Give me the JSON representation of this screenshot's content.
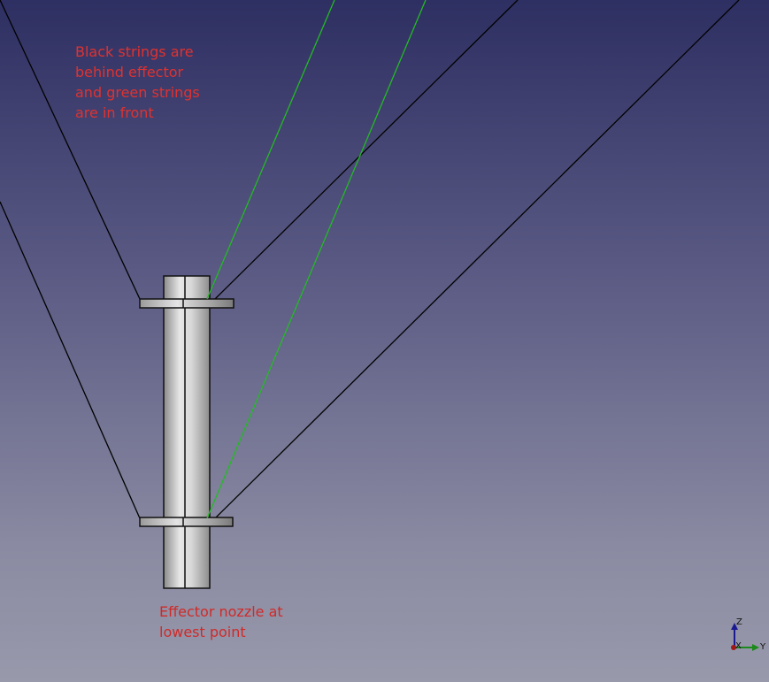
{
  "viewport": {
    "annotations": [
      {
        "text": "Black strings are\nbehind effector\nand green strings\nare in front"
      },
      {
        "text": "Effector nozzle at\nlowest point"
      }
    ],
    "colors": {
      "string_behind": "#000000",
      "string_front": "#22bb22",
      "annotation": "#e0322f"
    },
    "axis_indicator": {
      "z_label": "Z",
      "y_label": "Y",
      "x_label": "X",
      "z_color": "#1a1a90",
      "y_color": "#1a8a1a",
      "x_color": "#a01818"
    }
  }
}
